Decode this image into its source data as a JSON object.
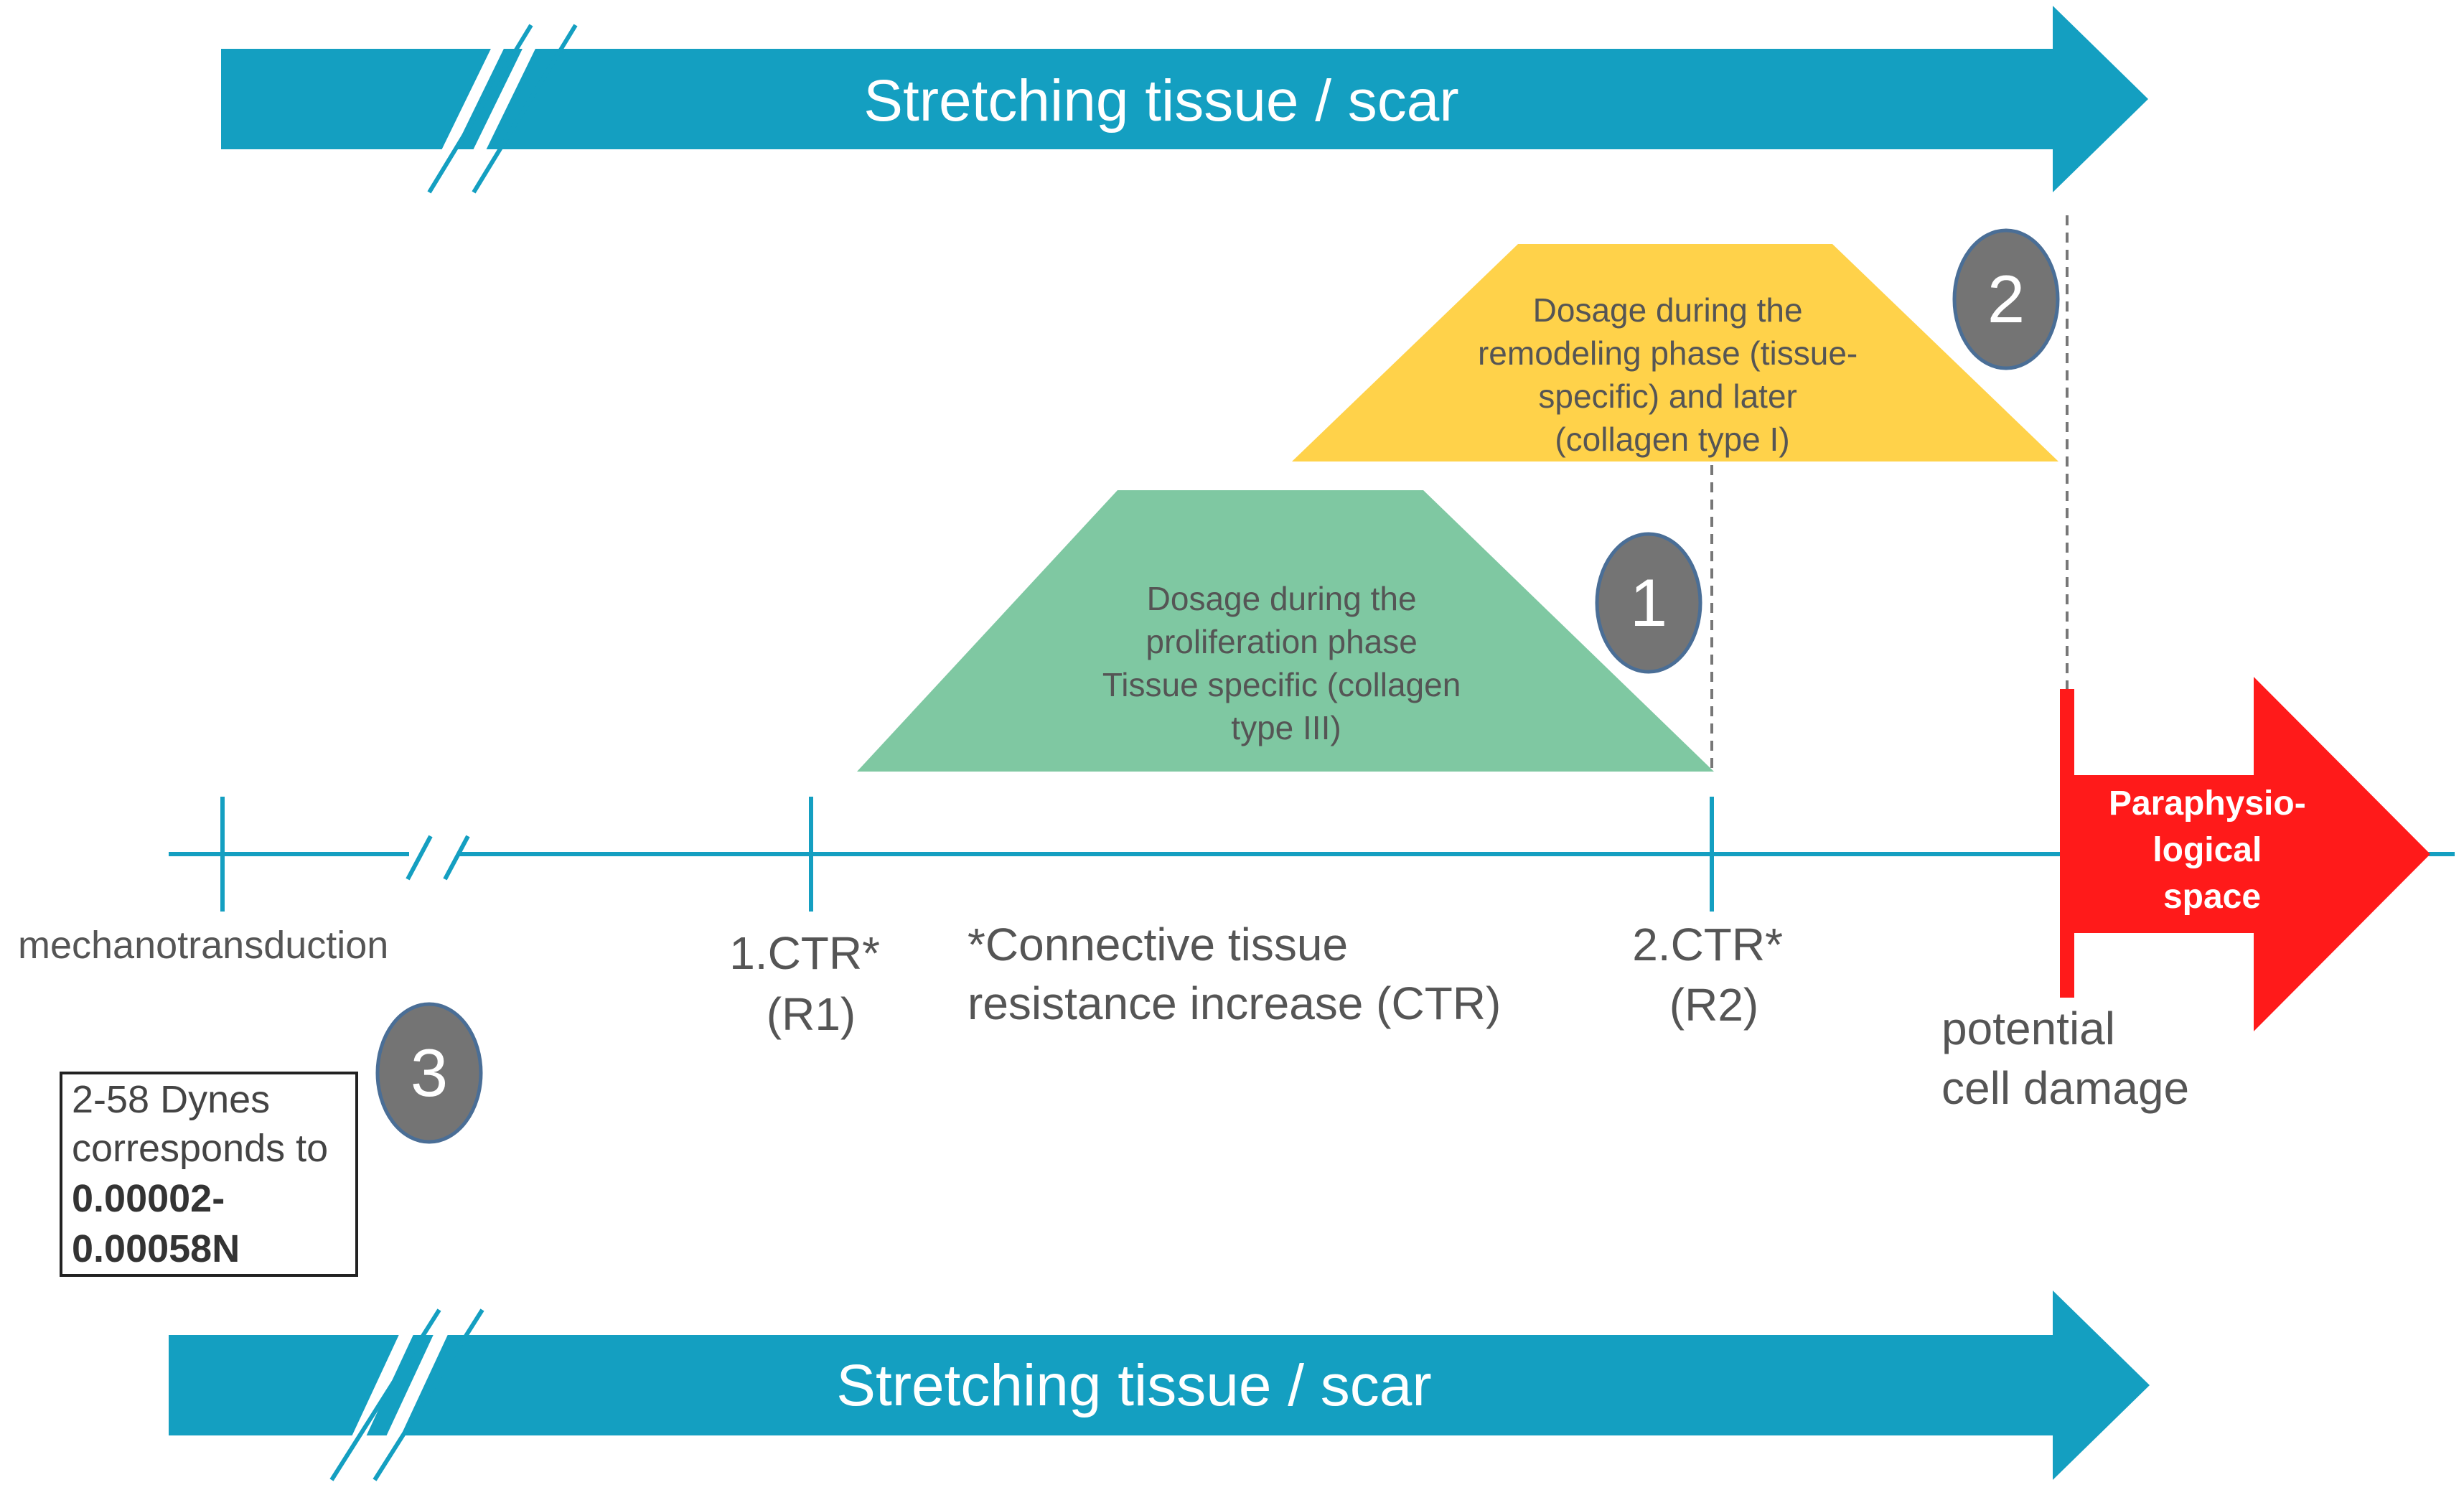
{
  "colors": {
    "teal": "#149fc1",
    "green": "#7fc8a2",
    "yellow": "#ffd24a",
    "red": "#ff1a1a",
    "badge": "#747474",
    "badge_stroke": "#4a6e96",
    "text_gray": "#555555",
    "text_dark": "#222222"
  },
  "top_arrow": {
    "label": "Stretching tissue / scar"
  },
  "bottom_arrow": {
    "label": "Stretching tissue / scar"
  },
  "green_phase": {
    "lines": [
      "Dosage during the",
      "proliferation phase",
      "Tissue specific (collagen",
      "type III)"
    ],
    "badge": "1"
  },
  "yellow_phase": {
    "lines": [
      "Dosage during the",
      "remodeling phase (tissue-",
      "specific) and later",
      "(collagen type I)"
    ],
    "badge": "2"
  },
  "axis": {
    "mechanotransduction": "mechanotransduction",
    "ctr1": [
      "1.CTR*",
      "(R1)"
    ],
    "ctr_note": [
      "*Connective tissue",
      "resistance increase (CTR)"
    ],
    "ctr2": [
      "2.CTR*",
      "(R2)"
    ],
    "cell_damage": [
      "potential",
      "cell damage"
    ]
  },
  "paraphysiological": {
    "lines": [
      "Paraphysio-",
      "logical",
      "space"
    ]
  },
  "dyne_box": {
    "badge": "3",
    "lines": [
      "2-58 Dynes",
      "corresponds to",
      "0.00002-",
      "0.00058N"
    ]
  }
}
